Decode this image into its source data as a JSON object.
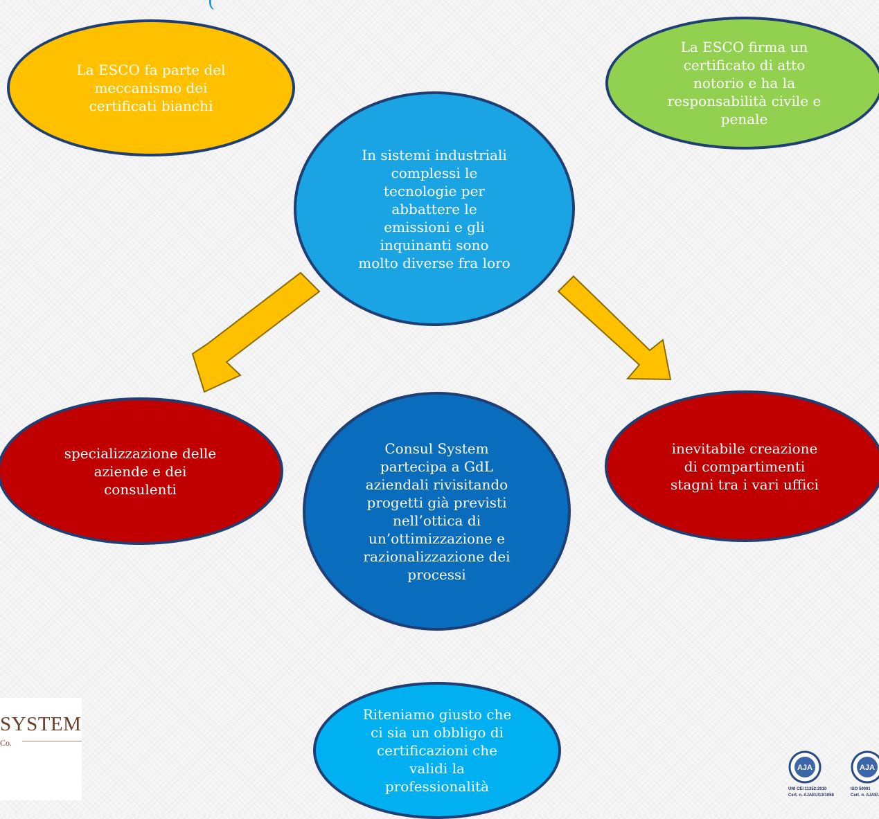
{
  "header": {
    "text": "("
  },
  "nodes": {
    "esco_bianchi": {
      "lines": [
        "La ESCO fa parte del",
        "meccanismo dei",
        "certificati bianchi"
      ],
      "color": "#ffc000"
    },
    "esco_firma": {
      "lines": [
        "La ESCO firma un",
        "certificato di atto",
        "notorio e ha la",
        "responsabilità civile e",
        "penale"
      ],
      "color": "#92d050"
    },
    "sistemi": {
      "lines": [
        "In sistemi industriali",
        "complessi  le",
        "tecnologie per",
        "abbattere le",
        "emissioni e gli",
        "inquinanti sono",
        "molto diverse fra loro"
      ],
      "color": "#1aa4e3"
    },
    "specializzazione": {
      "lines": [
        "specializzazione delle",
        "aziende e dei",
        "consulenti"
      ],
      "color": "#c00000"
    },
    "consul": {
      "lines": [
        "Consul System",
        "partecipa a GdL",
        "aziendali rivisitando",
        "progetti già previsti",
        "nell’ottica di",
        "un’ottimizzazione e",
        "razionalizzazione dei",
        "processi"
      ],
      "color": "#0a6cbd"
    },
    "compartimenti": {
      "lines": [
        "inevitabile creazione",
        "di compartimenti",
        "stagni tra i vari uffici"
      ],
      "color": "#c00000"
    },
    "certificazioni": {
      "lines": [
        "Riteniamo giusto che",
        "ci sia un obbligo di",
        "certificazioni che",
        "validi la",
        "professionalità"
      ],
      "color": "#00b0f0"
    }
  },
  "arrow_color": "#ffc000",
  "logo": {
    "word": "SYSTEM",
    "sub": "Co."
  },
  "badges": [
    {
      "ring": "AJA",
      "caption_1": "UNI CEI 11352:2010",
      "caption_2": "Cert. n. AJAEU/13/1058"
    },
    {
      "ring": "AJA",
      "caption_1": "ISO 50001",
      "caption_2": "Cert. n. AJAEU"
    }
  ]
}
